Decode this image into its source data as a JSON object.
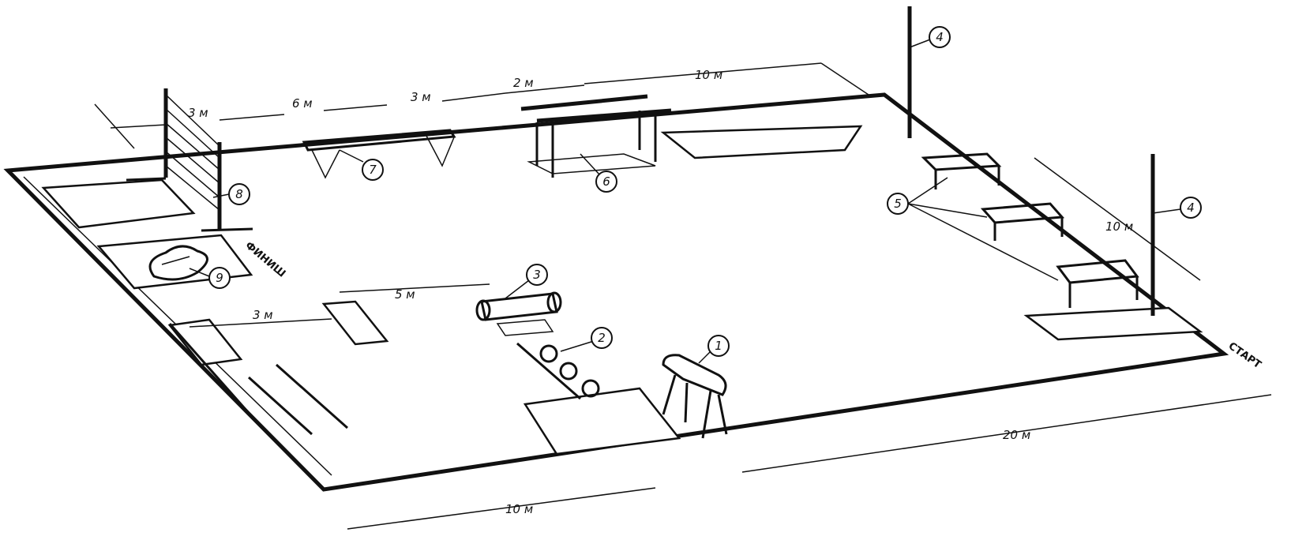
{
  "labels": {
    "start": "СТАРТ",
    "finish": "ФИНИШ"
  },
  "dimensions": {
    "d_3m_left": "3 м",
    "d_6m": "6 м",
    "d_3m_mid": "3 м",
    "d_2m": "2 м",
    "d_10m_top": "10 м",
    "d_10m_right": "10 м",
    "d_20m": "20 м",
    "d_10m_bottom": "10 м",
    "d_5m": "5 м",
    "d_3m_lower": "3 м"
  },
  "markers": {
    "m1": "1",
    "m2": "2",
    "m3": "3",
    "m4a": "4",
    "m4b": "4",
    "m5": "5",
    "m6": "6",
    "m7": "7",
    "m8": "8",
    "m9": "9"
  },
  "colors": {
    "ink": "#111111",
    "paper": "#ffffff"
  }
}
